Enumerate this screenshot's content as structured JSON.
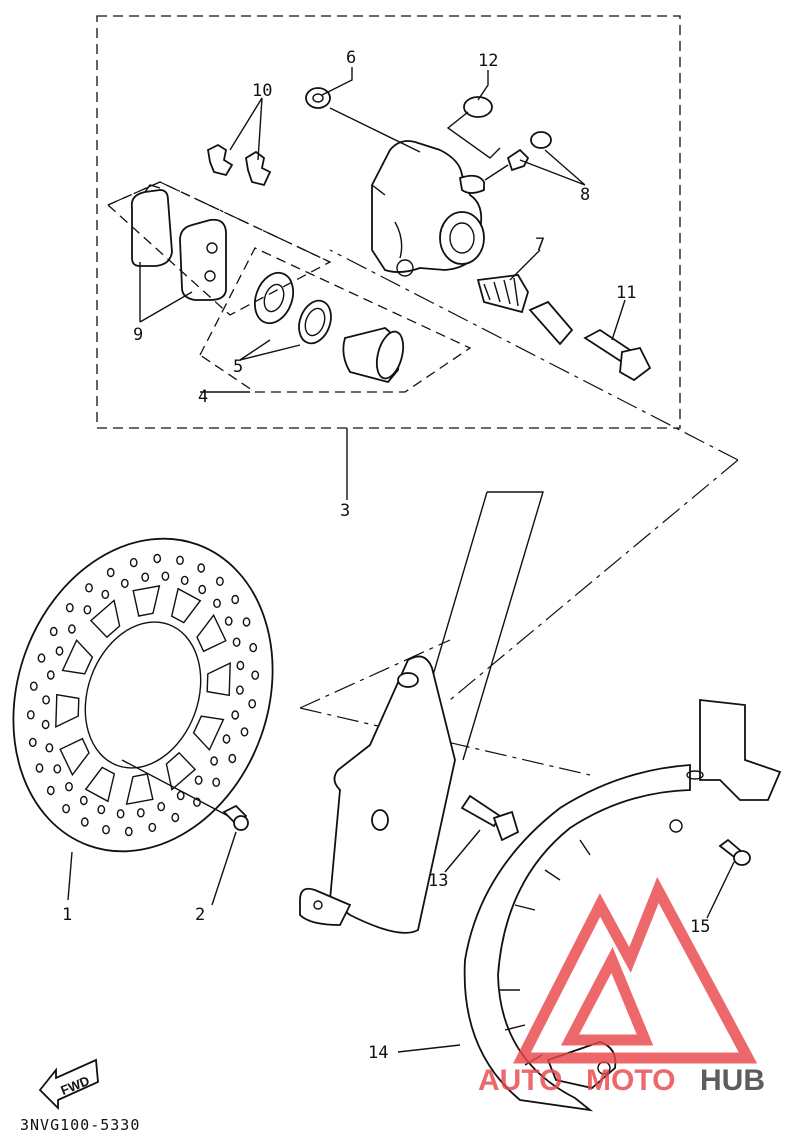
{
  "diagram": {
    "code": "3NVG100-5330",
    "direction_tag": "FWD",
    "callouts": {
      "c1": "1",
      "c2": "2",
      "c3": "3",
      "c4": "4",
      "c5": "5",
      "c6": "6",
      "c7": "7",
      "c8": "8",
      "c9": "9",
      "c10": "10",
      "c11": "11",
      "c12": "12",
      "c13": "13",
      "c14": "14",
      "c15": "15"
    }
  },
  "watermark": {
    "part1": "AUTO",
    "part2": "MOTO",
    "part3": "HUB",
    "color_accent": "#e8474a",
    "color_dark": "#3a3a3a"
  }
}
